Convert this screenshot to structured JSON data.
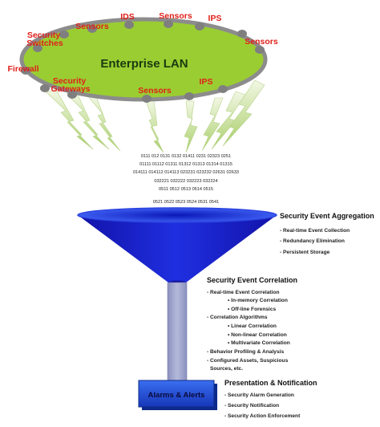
{
  "lan": {
    "title": "Enterprise LAN",
    "nodes": [
      {
        "label1": "Security",
        "label2": "Switches"
      },
      {
        "label1": "Sensors"
      },
      {
        "label1": "IDS"
      },
      {
        "label1": "Sensors"
      },
      {
        "label1": "IPS"
      },
      {
        "label1": "Sensors"
      },
      {
        "label1": "Firewall"
      },
      {
        "label1": "Security",
        "label2": "Gateways"
      },
      {
        "label1": "Sensors"
      },
      {
        "label1": "IPS"
      }
    ]
  },
  "data_stream": [
    "0111 012 0131 0132 01411 0231 02323 0251",
    "01111 01112 01311 01312 01313 01314 01315",
    "014111 014112 014113 023231 023232 02631 02633",
    "032221 032222 032223 032224",
    "0511 0512 0513 0514 0515",
    "0521 0522 0523 0524 0531 0541"
  ],
  "aggregation": {
    "title": "Security Event Aggregation",
    "items": [
      "- Real-time Event Collection",
      "- Redundancy Elimination",
      "- Persistent Storage"
    ]
  },
  "correlation": {
    "title": "Security Event Correlation",
    "lines": [
      {
        "text": "- Real-time Event Correlation",
        "level": 0
      },
      {
        "text": "• In-memory Correlation",
        "level": 1
      },
      {
        "text": "• Off-line Forensics",
        "level": 1
      },
      {
        "text": "- Correlation Algorithms",
        "level": 0
      },
      {
        "text": "• Linear Correlation",
        "level": 1
      },
      {
        "text": "• Non-linear Correlation",
        "level": 1
      },
      {
        "text": "• Multivariate Correlation",
        "level": 1
      },
      {
        "text": "- Behavior Profiling & Analysis",
        "level": 0
      },
      {
        "text": "- Configured Assets, Suspicious",
        "level": 0
      },
      {
        "text": "Sources, etc.",
        "level": 2
      }
    ]
  },
  "alarms": {
    "label": "Alarms & Alerts"
  },
  "presentation": {
    "title": "Presentation & Notification",
    "items": [
      "- Security Alarm Generation",
      "- Security Notification",
      "- Security Action Enforcement"
    ]
  },
  "colors": {
    "lan_fill": "#9acd32",
    "node_gray": "#7f7f7f",
    "label_red": "#e0201a",
    "funnel_blue": "#1a1acc",
    "stem": "#9aa0c8",
    "alarm_box": "#1e4fd4"
  }
}
